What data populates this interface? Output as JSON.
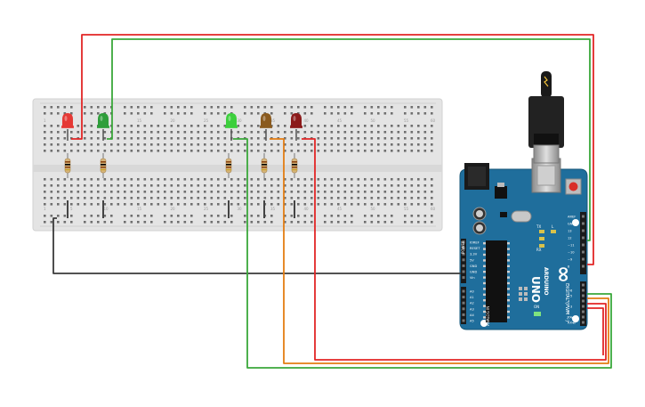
{
  "breadboard": {
    "column_labels": [
      "1",
      "5",
      "10",
      "15",
      "20",
      "25",
      "30",
      "35",
      "40",
      "45",
      "50",
      "55",
      "60"
    ]
  },
  "arduino": {
    "logo": "∞",
    "brand": "ARDUINO",
    "model": "UNO",
    "power_header_label": "POWER",
    "analog_header_label": "ANALOG IN",
    "digital_header_label": "DIGITAL (PWM ~)",
    "on_label": "ON",
    "tx_label": "TX",
    "rx_label": "RX",
    "l_label": "L",
    "power_pins": [
      "IOREF",
      "RESET",
      "3.3V",
      "5V",
      "GND",
      "GND",
      "Vin"
    ],
    "analog_pins": [
      "A0",
      "A1",
      "A2",
      "A3",
      "A4",
      "A5"
    ],
    "digital_pins_top": [
      "AREF",
      "GND",
      "13",
      "12",
      "~11",
      "~10",
      "~9",
      "8"
    ],
    "digital_pins_bottom": [
      "7",
      "~6",
      "~5",
      "4",
      "~3",
      "2",
      "TX▸1",
      "RX◂0"
    ]
  },
  "components": {
    "leds": [
      {
        "name": "led-red-1",
        "color": "#e53935"
      },
      {
        "name": "led-green-1",
        "color": "#2e9e3a"
      },
      {
        "name": "led-green-2",
        "color": "#3ccf3c"
      },
      {
        "name": "led-amber",
        "color": "#8a5a1e"
      },
      {
        "name": "led-red-2",
        "color": "#8b1a1a"
      }
    ]
  },
  "colors": {
    "wire_red": "#e22626",
    "wire_green": "#3aa83a",
    "wire_orange": "#e37d13",
    "wire_black": "#3a3a3a",
    "board_blue": "#1f6e9c",
    "breadboard": "#e4e4e4"
  }
}
